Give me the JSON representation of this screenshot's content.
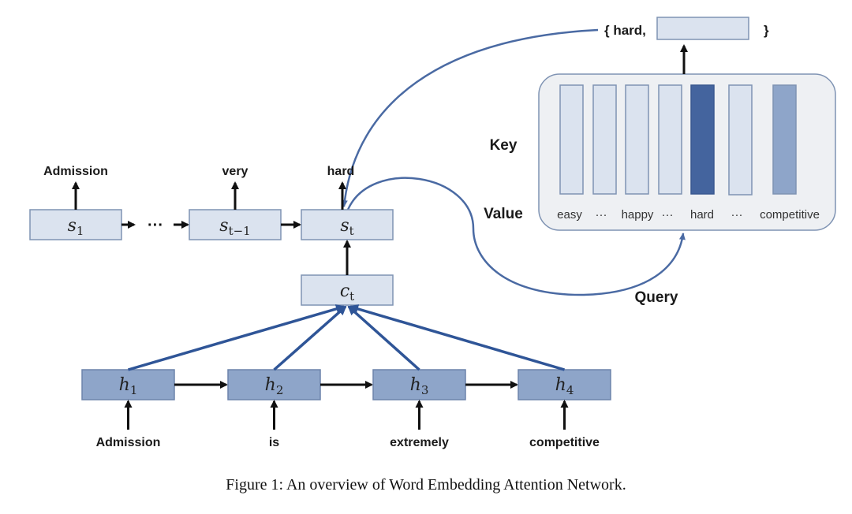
{
  "decoder": {
    "states": [
      {
        "symbol": "s",
        "subscript": "1",
        "output": "Admission"
      },
      {
        "symbol": "s",
        "subscript": "t−1",
        "output": "very"
      },
      {
        "symbol": "s",
        "subscript": "t",
        "output": "hard"
      }
    ],
    "ellipsis": "···"
  },
  "context": {
    "symbol": "c",
    "subscript": "t"
  },
  "encoder": {
    "states": [
      {
        "symbol": "h",
        "subscript": "1",
        "input": "Admission"
      },
      {
        "symbol": "h",
        "subscript": "2",
        "input": "is"
      },
      {
        "symbol": "h",
        "subscript": "3",
        "input": "extremely"
      },
      {
        "symbol": "h",
        "subscript": "4",
        "input": "competitive"
      }
    ]
  },
  "memory": {
    "key_label": "Key",
    "value_label": "Value",
    "query_label": "Query",
    "entries": [
      {
        "word": "easy",
        "weight": "low"
      },
      {
        "word": "···",
        "weight": "low"
      },
      {
        "word": "happy",
        "weight": "low"
      },
      {
        "word": "···",
        "weight": "low"
      },
      {
        "word": "hard",
        "weight": "high"
      },
      {
        "word": "···",
        "weight": "low"
      },
      {
        "word": "competitive",
        "weight": "medium"
      }
    ],
    "output_open": "{ hard,",
    "output_close": "}"
  },
  "colors": {
    "light_box": "#dbe3ef",
    "light_box_border": "#7f93b3",
    "encoder_box": "#8ea5c9",
    "encoder_border": "#6d84ab",
    "high": "#44649e",
    "medium": "#8ea5c9",
    "low": "#dbe3ef",
    "panel": "#eef0f3",
    "curve": "#4a6aa3",
    "attn": "#2f5597"
  },
  "caption": "Figure 1: An overview of Word Embedding Attention Network."
}
